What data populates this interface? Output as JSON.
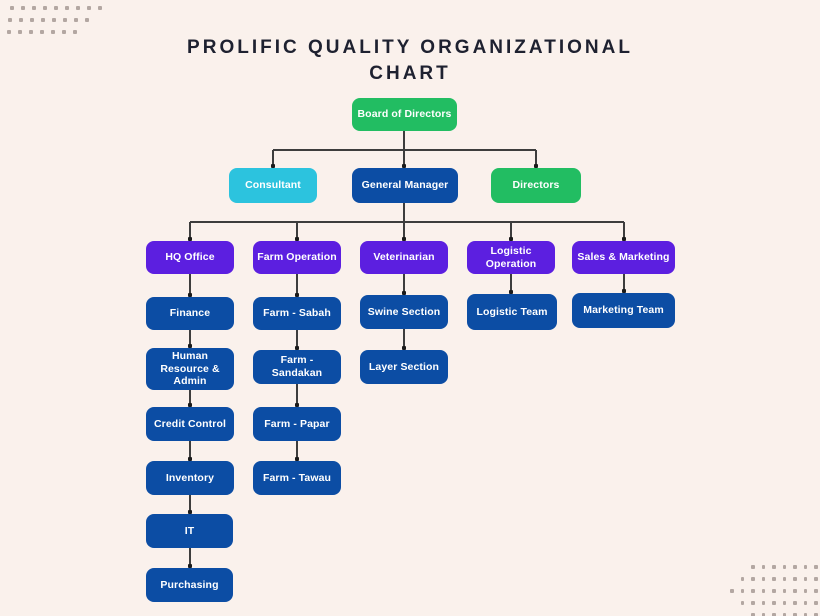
{
  "page": {
    "title_line1": "PROLIFIC QUALITY ORGANIZATIONAL",
    "title_line2": "CHART"
  },
  "colors": {
    "background": "#faf1ec",
    "green": "#22bd62",
    "cyan": "#2cc3de",
    "blue": "#0c4da4",
    "purple": "#5c1fe0",
    "title_text": "#1e2130",
    "connector": "#3d3d3d",
    "box_text": "#ffffff",
    "pattern_dot": "#b3a7a2"
  },
  "org": {
    "nodes": {
      "board": {
        "label": "Board of Directors",
        "level": 0,
        "color_role": "green"
      },
      "consultant": {
        "label": "Consultant",
        "level": 1,
        "color_role": "cyan"
      },
      "general_manager": {
        "label": "General Manager",
        "level": 1,
        "color_role": "blue"
      },
      "directors": {
        "label": "Directors",
        "level": 1,
        "color_role": "green"
      },
      "hq_office": {
        "label": "HQ Office",
        "level": 2,
        "color_role": "purple"
      },
      "farm_operation": {
        "label": "Farm Operation",
        "level": 2,
        "color_role": "purple"
      },
      "veterinarian": {
        "label": "Veterinarian",
        "level": 2,
        "color_role": "purple"
      },
      "logistic_operation": {
        "label": "Logistic Operation",
        "level": 2,
        "color_role": "purple"
      },
      "sales_marketing": {
        "label": "Sales & Marketing",
        "level": 2,
        "color_role": "purple"
      },
      "finance": {
        "label": "Finance",
        "level": 3,
        "color_role": "blue"
      },
      "hr_admin": {
        "label": "Human Resource & Admin",
        "level": 3,
        "color_role": "blue"
      },
      "credit_control": {
        "label": "Credit Control",
        "level": 3,
        "color_role": "blue"
      },
      "inventory": {
        "label": "Inventory",
        "level": 3,
        "color_role": "blue"
      },
      "it": {
        "label": "IT",
        "level": 3,
        "color_role": "blue"
      },
      "purchasing": {
        "label": "Purchasing",
        "level": 3,
        "color_role": "blue"
      },
      "farm_sabah": {
        "label": "Farm - Sabah",
        "level": 3,
        "color_role": "blue"
      },
      "farm_sandakan": {
        "label": "Farm - Sandakan",
        "level": 3,
        "color_role": "blue"
      },
      "farm_papar": {
        "label": "Farm - Papar",
        "level": 3,
        "color_role": "blue"
      },
      "farm_tawau": {
        "label": "Farm - Tawau",
        "level": 3,
        "color_role": "blue"
      },
      "swine_section": {
        "label": "Swine Section",
        "level": 3,
        "color_role": "blue"
      },
      "layer_section": {
        "label": "Layer Section",
        "level": 3,
        "color_role": "blue"
      },
      "logistic_team": {
        "label": "Logistic Team",
        "level": 3,
        "color_role": "blue"
      },
      "marketing_team": {
        "label": "Marketing Team",
        "level": 3,
        "color_role": "blue"
      }
    },
    "hierarchy": {
      "Board of Directors": {
        "Consultant": {},
        "General Manager": {
          "HQ Office": [
            "Finance",
            "Human Resource & Admin",
            "Credit Control",
            "Inventory",
            "IT",
            "Purchasing"
          ],
          "Farm Operation": [
            "Farm - Sabah",
            "Farm - Sandakan",
            "Farm - Papar",
            "Farm - Tawau"
          ],
          "Veterinarian": [
            "Swine Section",
            "Layer Section"
          ],
          "Logistic Operation": [
            "Logistic Team"
          ],
          "Sales & Marketing": [
            "Marketing Team"
          ]
        },
        "Directors": {}
      }
    }
  }
}
